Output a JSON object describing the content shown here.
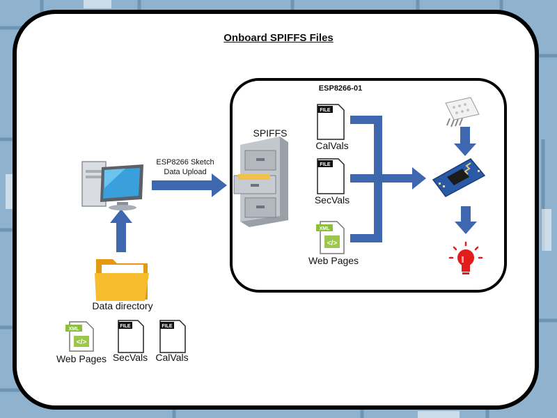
{
  "title": "Onboard  SPIFFS Files",
  "device_box": {
    "label": "ESP8266-01"
  },
  "upload_arrow": {
    "line1": "ESP8266 Sketch",
    "line2": "Data Upload"
  },
  "spiffs": {
    "label": "SPIFFS"
  },
  "onboard_files": [
    {
      "label": "CalVals",
      "tag": "FILE"
    },
    {
      "label": "SecVals",
      "tag": "FILE"
    },
    {
      "label": "Web Pages",
      "tag": "XML"
    }
  ],
  "data_directory": {
    "label": "Data directory"
  },
  "directory_files": [
    {
      "label": "Web Pages",
      "tag": "XML"
    },
    {
      "label": "SecVals",
      "tag": "FILE"
    },
    {
      "label": "CalVals",
      "tag": "FILE"
    }
  ],
  "colors": {
    "arrow": "#3f67b0",
    "background": "#8fb3cf",
    "folder": "#f6b01e",
    "bulb": "#e21b1b",
    "module": "#2a5aa6"
  },
  "icons": [
    "computer-icon",
    "folder-icon",
    "file-cabinet-icon",
    "file-icon",
    "xml-file-icon",
    "sensor-icon",
    "esp-module-icon",
    "light-bulb-icon"
  ]
}
